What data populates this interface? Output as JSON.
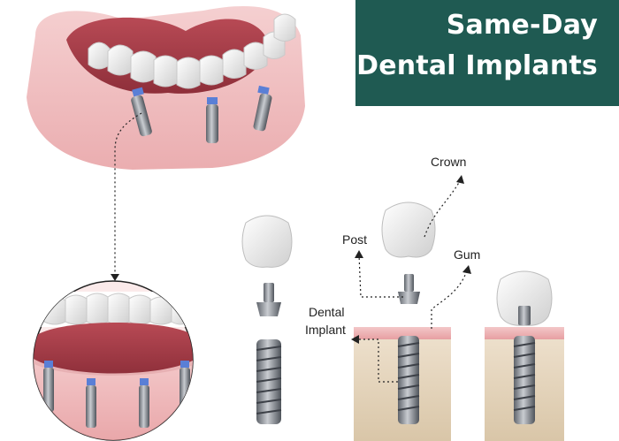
{
  "title": {
    "line1": "Same-Day",
    "line2": "Dental Implants"
  },
  "labels": {
    "crown": "Crown",
    "post": "Post",
    "gum": "Gum",
    "dental_implant_line1": "Dental",
    "dental_implant_line2": "Implant"
  },
  "colors": {
    "title_background": "#1f5a52",
    "title_text": "#ffffff",
    "gum": "#e8a3a5",
    "bone": "#e6d6bf",
    "tooth": "#f2f2f2",
    "titanium": "#8a8f96"
  }
}
